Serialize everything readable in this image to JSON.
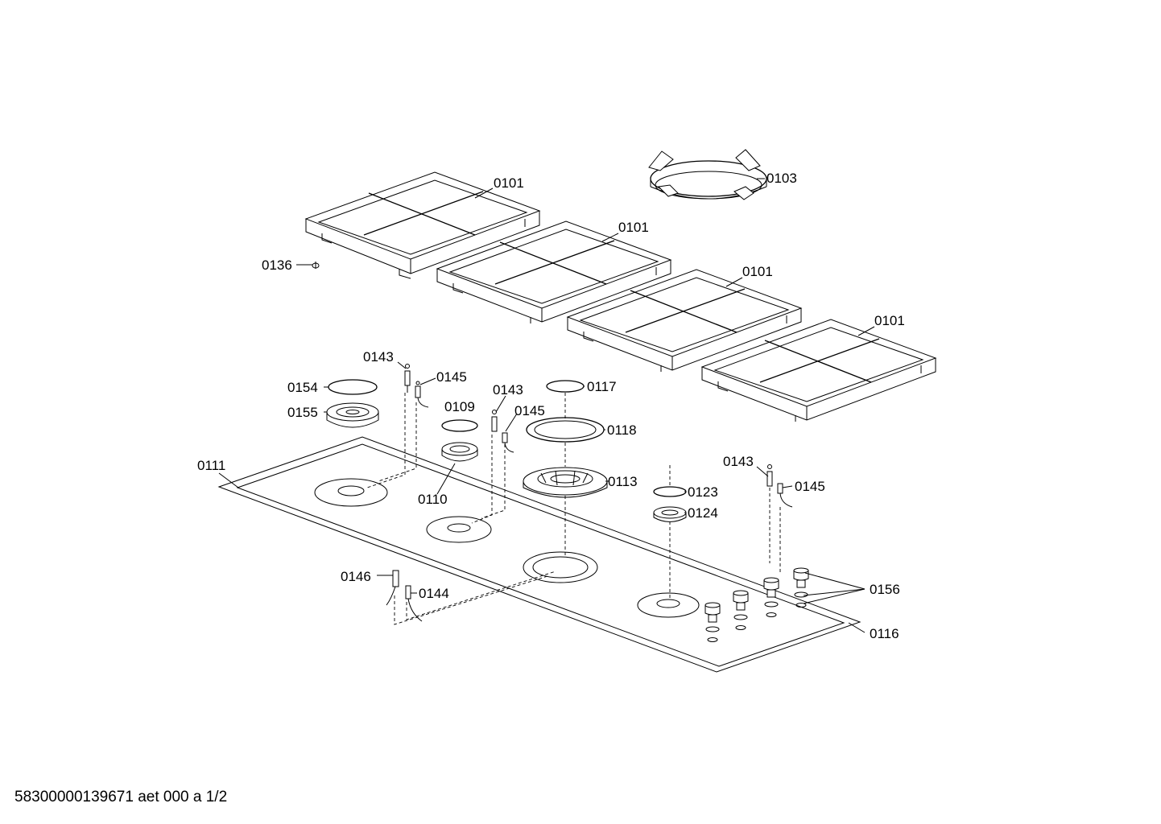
{
  "labels": {
    "grate_a": "0101",
    "grate_b": "0101",
    "grate_c": "0101",
    "grate_d": "0101",
    "wok_ring": "0103",
    "screw": "0136",
    "thermo_a": "0143",
    "thermo_b": "0143",
    "thermo_c": "0143",
    "ignition_a": "0145",
    "ignition_b": "0145",
    "ignition_c": "0145",
    "cap_small_left": "0154",
    "burner_left": "0155",
    "cap_mid": "0109",
    "burner_mid": "0110",
    "cap_wok": "0117",
    "ring_wok": "0118",
    "burner_wok": "0113",
    "cap_right": "0123",
    "burner_right": "0124",
    "hob_top": "0111",
    "plug": "0146",
    "electrode": "0144",
    "knobs": "0156",
    "panel": "0116"
  },
  "footer": "58300000139671 aet 000 a 1/2"
}
